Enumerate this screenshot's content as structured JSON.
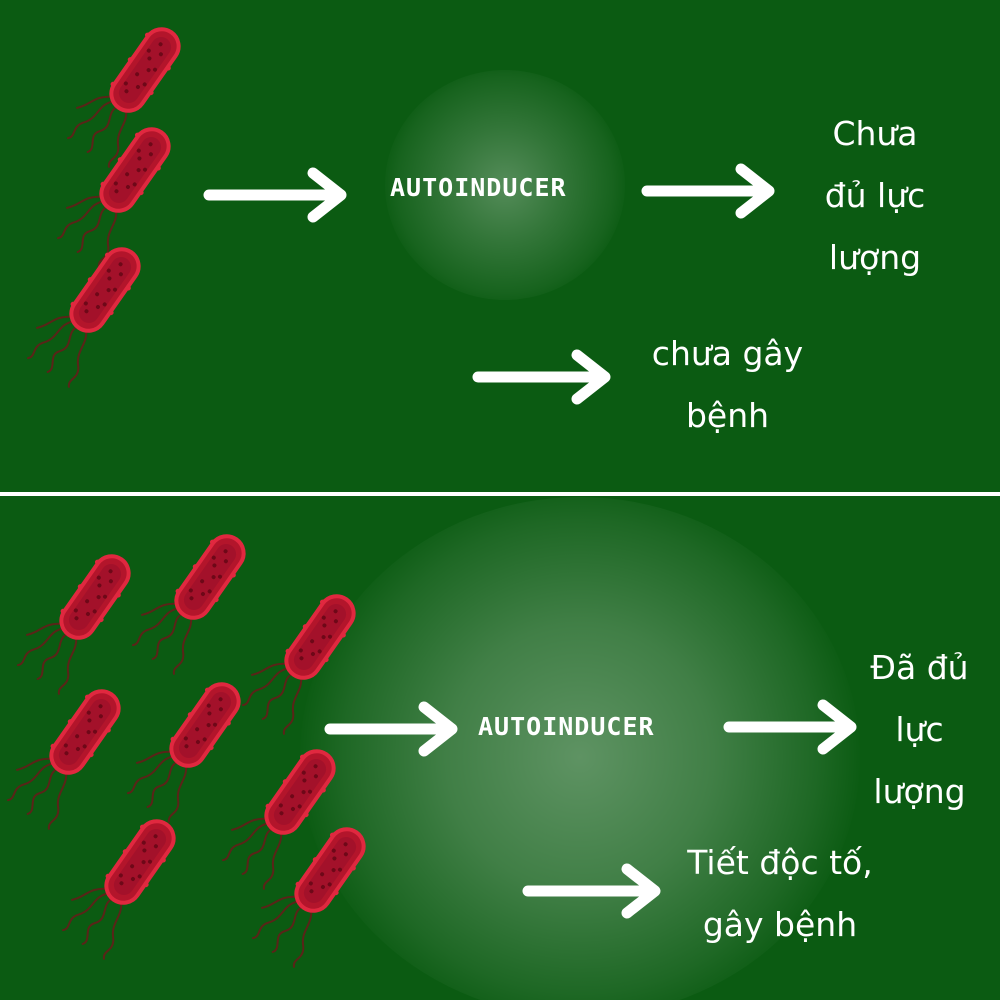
{
  "colors": {
    "background": "#0b5b12",
    "arrow": "#ffffff",
    "bacterium_body": "#b3152b",
    "bacterium_outline": "#e0283f",
    "bacterium_spots": "#6e0818",
    "flagella": "#5a2418"
  },
  "top": {
    "signal_label": "AUTOINDUCER",
    "result_lines": [
      "Chưa",
      "đủ lực",
      "lượng"
    ],
    "outcome_lines": [
      "chưa gây",
      "bệnh"
    ]
  },
  "bottom": {
    "signal_label": "AUTOINDUCER",
    "result_lines": [
      "Đã đủ",
      "lực",
      "lượng"
    ],
    "outcome_lines": [
      "Tiết độc tố,",
      "gây bệnh"
    ]
  }
}
